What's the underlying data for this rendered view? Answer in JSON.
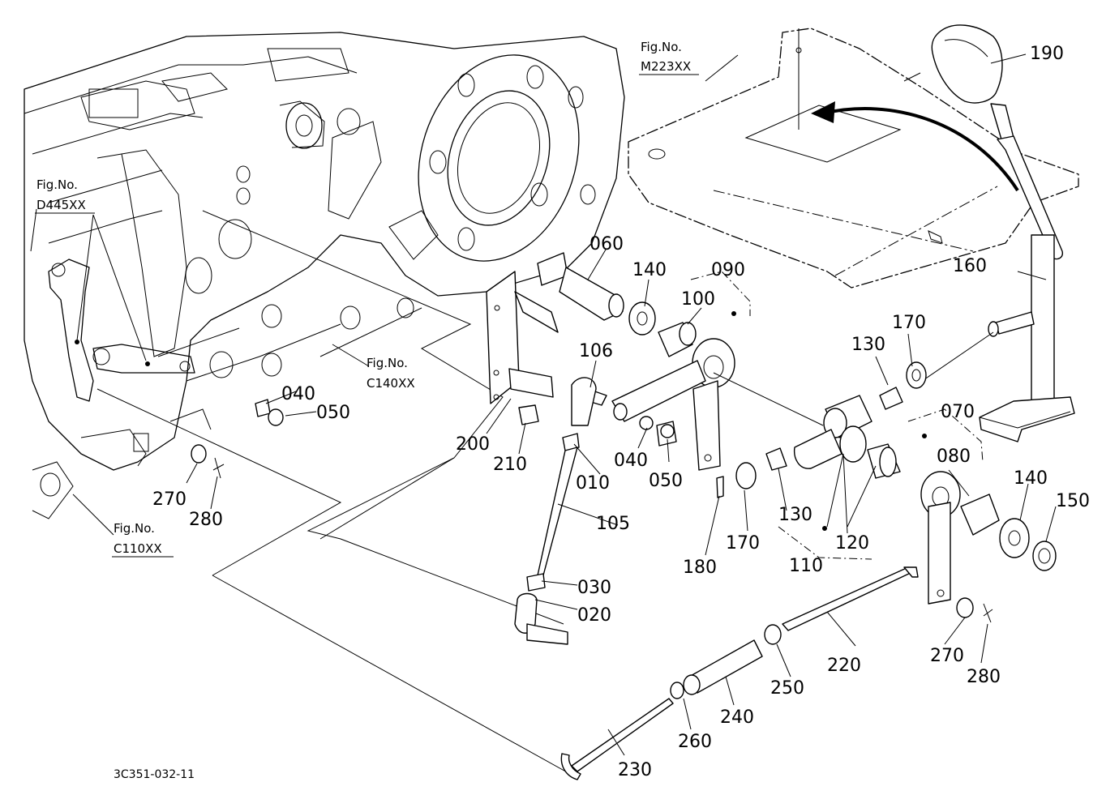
{
  "figure_refs": [
    {
      "line1": "Fig.No.",
      "line2": "M223XX"
    },
    {
      "line1": "Fig.No.",
      "line2": "D445XX"
    },
    {
      "line1": "Fig.No.",
      "line2": "C140XX"
    },
    {
      "line1": "Fig.No.",
      "line2": "C110XX"
    }
  ],
  "part_numbers": {
    "p190": "190",
    "p160": "160",
    "p060": "060",
    "p140a": "140",
    "p090": "090",
    "p100": "100",
    "p170a": "170",
    "p130a": "130",
    "p106": "106",
    "p070": "070",
    "p080": "080",
    "p140b": "140",
    "p150": "150",
    "p040a": "040",
    "p050a": "050",
    "p200": "200",
    "p210": "210",
    "p010": "010",
    "p040b": "040",
    "p050b": "050",
    "p270a": "270",
    "p280a": "280",
    "p105": "105",
    "p180": "180",
    "p170b": "170",
    "p130b": "130",
    "p120": "120",
    "p110": "110",
    "p030": "030",
    "p020": "020",
    "p220": "220",
    "p250": "250",
    "p270b": "270",
    "p280b": "280",
    "p240": "240",
    "p260": "260",
    "p230": "230"
  },
  "drawing_code": "3C351-032-11"
}
